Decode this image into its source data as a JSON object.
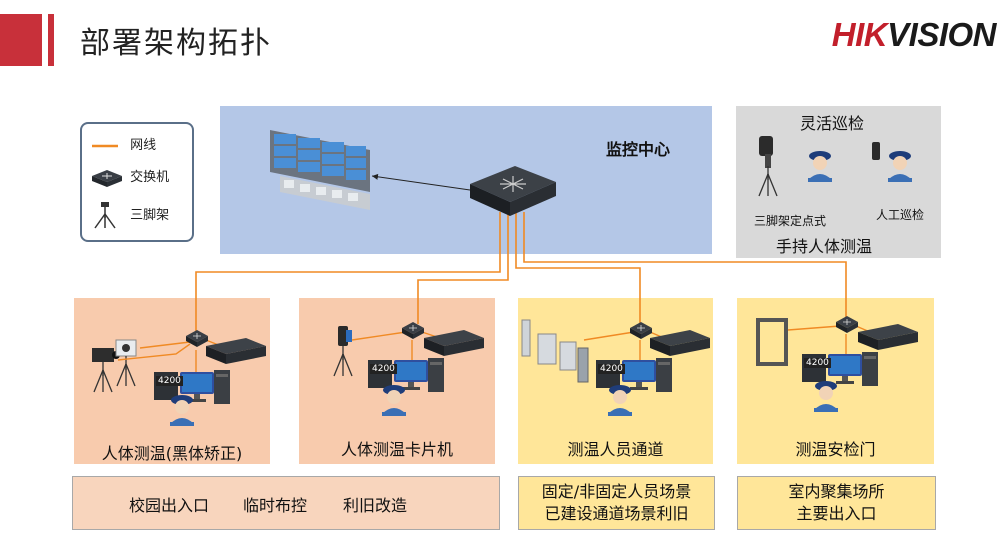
{
  "header": {
    "title": "部署架构拓扑",
    "logo_red": "HIK",
    "logo_dark": "VISION"
  },
  "legend": {
    "cable": "网线",
    "switch": "交换机",
    "tripod": "三脚架"
  },
  "monitor_center": {
    "label": "监控中心"
  },
  "flex_patrol": {
    "title": "灵活巡检",
    "tripod_label": "三脚架定点式",
    "manual_label": "人工巡检",
    "caption": "手持人体测温"
  },
  "scenarios": [
    {
      "label": "人体测温(黑体矫正)",
      "recorder_model": "4200"
    },
    {
      "label": "人体测温卡片机",
      "recorder_model": "4200"
    },
    {
      "label": "测温人员通道",
      "recorder_model": "4200"
    },
    {
      "label": "测温安检门",
      "recorder_model": "4200"
    }
  ],
  "notes": {
    "left": [
      "校园出入口",
      "临时布控",
      "利旧改造"
    ],
    "middle": [
      "固定/非固定人员场景",
      "已建设通道场景利旧"
    ],
    "right": [
      "室内聚集场所",
      "主要出入口"
    ]
  },
  "colors": {
    "accent": "#c8303a",
    "monitor_bg": "#b4c7e7",
    "patrol_bg": "#d9d9d9",
    "scenario_orange": "#f8cbad",
    "scenario_yellow": "#ffe699",
    "cable": "#f08a24"
  }
}
